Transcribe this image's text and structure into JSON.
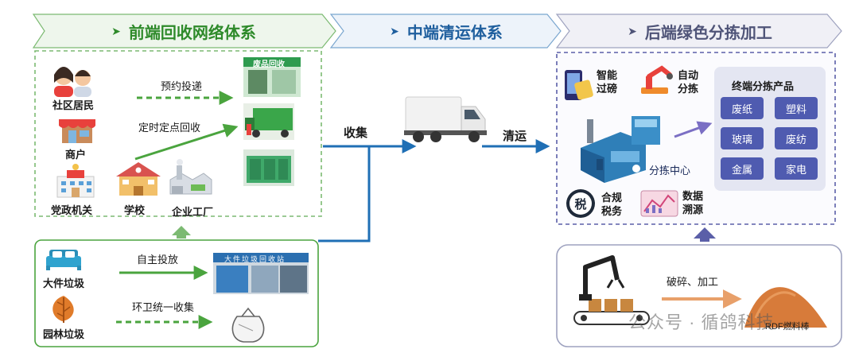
{
  "headers": {
    "front": "前端回收网络体系",
    "middle": "中端清运体系",
    "back": "后端绿色分拣加工"
  },
  "front": {
    "sources": {
      "community": "社区居民",
      "merchant": "商户",
      "government": "党政机关",
      "school": "学校",
      "enterprise": "企业工厂"
    },
    "methods": {
      "appointment": "预约投递",
      "scheduled": "定时定点回收"
    },
    "kiosk_sign": "废品回收",
    "bulky": {
      "bulky_waste": "大件垃圾",
      "garden_waste": "园林垃圾",
      "self_delivery": "自主投放",
      "sanitation": "环卫统一收集",
      "station_sign": "大件垃圾回收站"
    }
  },
  "middle": {
    "collect": "收集",
    "transport": "清运"
  },
  "back": {
    "features": {
      "smart_weighing": "智能过磅",
      "auto_sorting": "自动分拣",
      "compliance_tax": "合规税务",
      "data_trace": "数据溯源"
    },
    "tax_glyph": "税",
    "sorting_center": "分拣中心",
    "products_title": "终端分拣产品",
    "products": [
      "废纸",
      "塑料",
      "玻璃",
      "废纺",
      "金属",
      "家电"
    ],
    "process": "破碎、加工",
    "rdf": "RDF燃料棒"
  },
  "watermark": "公众号 · 循鸽科技",
  "colors": {
    "green": "#4aa43e",
    "blue": "#1f6fb5",
    "purple": "#5b5fa8"
  }
}
